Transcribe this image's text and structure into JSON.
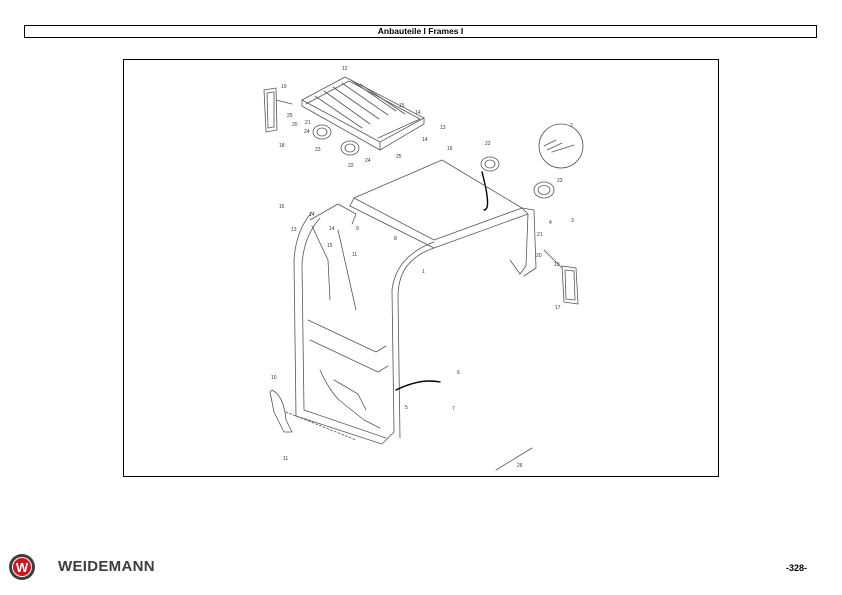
{
  "header": {
    "title": "Anbauteile I Frames I"
  },
  "drawing": {
    "callouts": [
      "1",
      "2",
      "3",
      "4",
      "5",
      "6",
      "7",
      "8",
      "9",
      "10",
      "11",
      "11",
      "12",
      "13",
      "13",
      "14",
      "14",
      "14",
      "15",
      "15",
      "16",
      "16",
      "17",
      "18",
      "19",
      "19",
      "20",
      "20",
      "21",
      "21",
      "22",
      "22",
      "23",
      "23",
      "24",
      "24",
      "25",
      "25",
      "26"
    ]
  },
  "footer": {
    "logo_letter": "W",
    "brand": "WEIDEMANN",
    "page": "-328-"
  },
  "colors": {
    "brand_red": "#d4141c",
    "brand_grey": "#3d3d3d"
  }
}
